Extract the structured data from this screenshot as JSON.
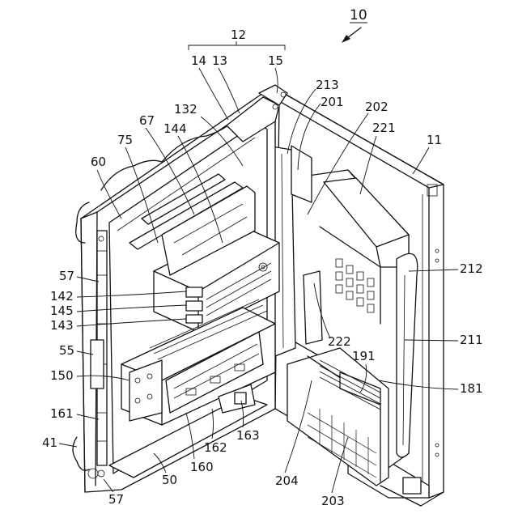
{
  "figure": {
    "device_ref": "10",
    "assembly_ref": "12",
    "labels": {
      "n14": "14",
      "n13": "13",
      "n15": "15",
      "n213": "213",
      "n201": "201",
      "n202": "202",
      "n221": "221",
      "n11": "11",
      "n132": "132",
      "n67": "67",
      "n144": "144",
      "n75": "75",
      "n60": "60",
      "n212": "212",
      "n57a": "57",
      "n142": "142",
      "n145": "145",
      "n143": "143",
      "n55": "55",
      "n222": "222",
      "n211": "211",
      "n150": "150",
      "n191": "191",
      "n181": "181",
      "n161": "161",
      "n41": "41",
      "n162": "162",
      "n163": "163",
      "n160": "160",
      "n50": "50",
      "n204": "204",
      "n57b": "57",
      "n203": "203"
    }
  }
}
